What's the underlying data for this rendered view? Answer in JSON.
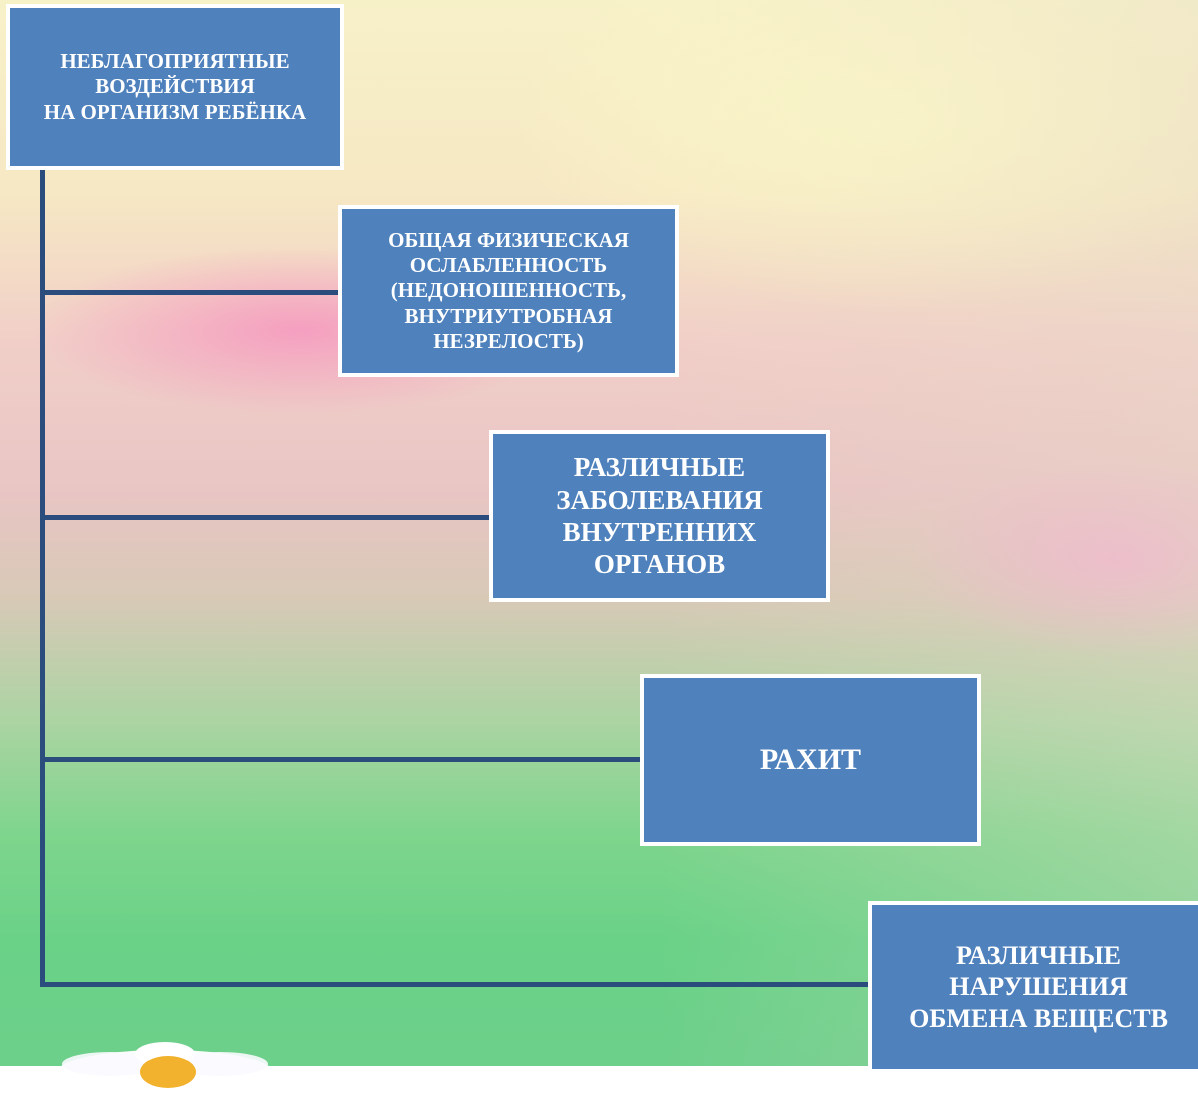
{
  "diagram": {
    "root": {
      "label": "НЕБЛАГОПРИЯТНЫЕ\nВОЗДЕЙСТВИЯ\nНА ОРГАНИЗМ РЕБЁНКА"
    },
    "children": [
      {
        "label": "ОБЩАЯ ФИЗИЧЕСКАЯ\nОСЛАБЛЕННОСТЬ\n(НЕДОНОШЕННОСТЬ,\nВНУТРИУТРОБНАЯ\nНЕЗРЕЛОСТЬ)"
      },
      {
        "label": "РАЗЛИЧНЫЕ\nЗАБОЛЕВАНИЯ\nВНУТРЕННИХ\nОРГАНОВ"
      },
      {
        "label": "РАХИТ"
      },
      {
        "label": "РАЗЛИЧНЫЕ\nНАРУШЕНИЯ\nОБМЕНА ВЕЩЕСТВ"
      }
    ]
  },
  "colors": {
    "box_fill": "#4f81bd",
    "box_border": "#ffffff",
    "connector": "#2b4d7e",
    "text": "#ffffff"
  }
}
